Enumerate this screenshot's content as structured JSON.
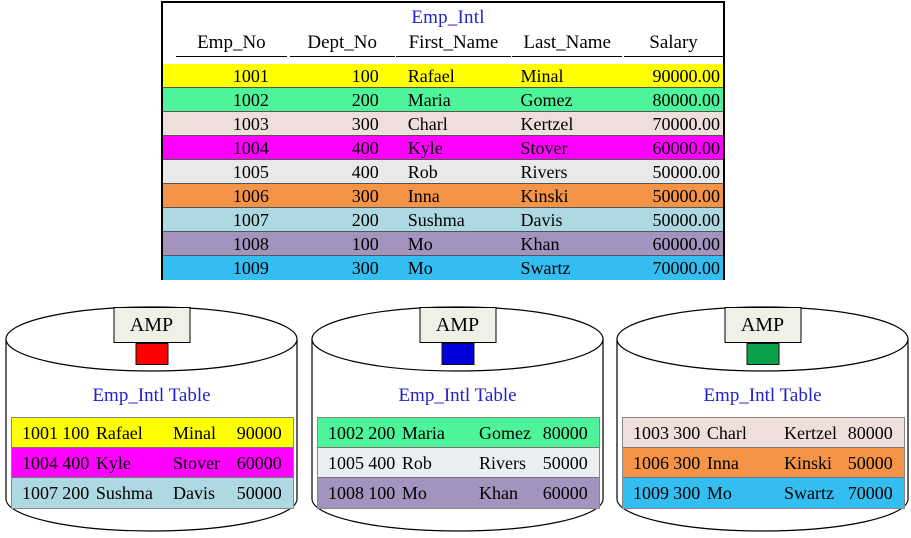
{
  "main_table": {
    "title": "Emp_Intl",
    "title_color": "#2222cc",
    "columns": [
      "Emp_No",
      "Dept_No",
      "First_Name",
      "Last_Name",
      "Salary"
    ],
    "rows": [
      {
        "emp_no": "1001",
        "dept_no": "100",
        "first_name": "Rafael",
        "last_name": "Minal",
        "salary": "90000.00",
        "color": "#ffff00"
      },
      {
        "emp_no": "1002",
        "dept_no": "200",
        "first_name": "Maria",
        "last_name": "Gomez",
        "salary": "80000.00",
        "color": "#4ef49a"
      },
      {
        "emp_no": "1003",
        "dept_no": "300",
        "first_name": "Charl",
        "last_name": "Kertzel",
        "salary": "70000.00",
        "color": "#efdfdb"
      },
      {
        "emp_no": "1004",
        "dept_no": "400",
        "first_name": "Kyle",
        "last_name": "Stover",
        "salary": "60000.00",
        "color": "#ff00ff"
      },
      {
        "emp_no": "1005",
        "dept_no": "400",
        "first_name": "Rob",
        "last_name": "Rivers",
        "salary": "50000.00",
        "color": "#e9e9e9"
      },
      {
        "emp_no": "1006",
        "dept_no": "300",
        "first_name": "Inna",
        "last_name": "Kinski",
        "salary": "50000.00",
        "color": "#f59447"
      },
      {
        "emp_no": "1007",
        "dept_no": "200",
        "first_name": "Sushma",
        "last_name": "Davis",
        "salary": "50000.00",
        "color": "#aed8e2"
      },
      {
        "emp_no": "1008",
        "dept_no": "100",
        "first_name": "Mo",
        "last_name": "Khan",
        "salary": "60000.00",
        "color": "#a493bf"
      },
      {
        "emp_no": "1009",
        "dept_no": "300",
        "first_name": "Mo",
        "last_name": "Swartz",
        "salary": "70000.00",
        "color": "#33bdf0"
      }
    ]
  },
  "amps": [
    {
      "label": "AMP",
      "chip_color": "#ff0000",
      "table_title": "Emp_Intl Table",
      "rows": [
        {
          "emp_no": "1001",
          "dept_no": "100",
          "first_name": "Rafael",
          "last_name": "Minal",
          "salary": "90000",
          "color": "#ffff00"
        },
        {
          "emp_no": "1004",
          "dept_no": "400",
          "first_name": "Kyle",
          "last_name": "Stover",
          "salary": "60000",
          "color": "#ff00ff"
        },
        {
          "emp_no": "1007",
          "dept_no": "200",
          "first_name": "Sushma",
          "last_name": "Davis",
          "salary": "50000",
          "color": "#aed8e2"
        }
      ]
    },
    {
      "label": "AMP",
      "chip_color": "#0000dd",
      "table_title": "Emp_Intl Table",
      "rows": [
        {
          "emp_no": "1002",
          "dept_no": "200",
          "first_name": "Maria",
          "last_name": "Gomez",
          "salary": "80000",
          "color": "#4ef49a"
        },
        {
          "emp_no": "1005",
          "dept_no": "400",
          "first_name": "Rob",
          "last_name": "Rivers",
          "salary": "50000",
          "color": "#eceff1"
        },
        {
          "emp_no": "1008",
          "dept_no": "100",
          "first_name": "Mo",
          "last_name": "Khan",
          "salary": "60000",
          "color": "#a493bf"
        }
      ]
    },
    {
      "label": "AMP",
      "chip_color": "#0da04a",
      "table_title": "Emp_Intl Table",
      "rows": [
        {
          "emp_no": "1003",
          "dept_no": "300",
          "first_name": "Charl",
          "last_name": "Kertzel",
          "salary": "80000",
          "color": "#efdfdb"
        },
        {
          "emp_no": "1006",
          "dept_no": "300",
          "first_name": "Inna",
          "last_name": "Kinski",
          "salary": "50000",
          "color": "#f59447"
        },
        {
          "emp_no": "1009",
          "dept_no": "300",
          "first_name": "Mo",
          "last_name": "Swartz",
          "salary": "70000",
          "color": "#33bdf0"
        }
      ]
    }
  ]
}
